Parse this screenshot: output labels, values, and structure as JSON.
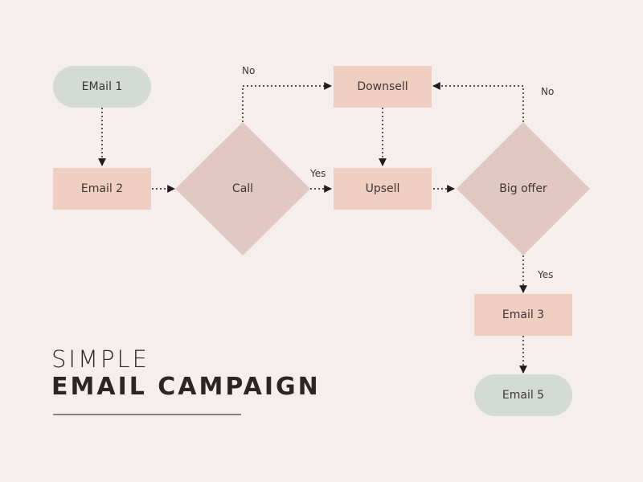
{
  "title": {
    "line1": "SIMPLE",
    "line2": "EMAIL CAMPAIGN"
  },
  "colors": {
    "background": "#F6EEED",
    "start_end_pill": "#D3DBD4",
    "process_box": "#EFCFC1",
    "decision_diamond": "#E2C8C4",
    "connector": "#1F1B1A"
  },
  "nodes": {
    "email1": "EMail 1",
    "email2": "Email 2",
    "call": "Call",
    "downsell": "Downsell",
    "upsell": "Upsell",
    "big_offer": "Big offer",
    "email3": "Email 3",
    "email5": "Email 5"
  },
  "edge_labels": {
    "call_no": "No",
    "call_yes": "Yes",
    "bigoffer_no": "No",
    "bigoffer_yes": "Yes"
  }
}
